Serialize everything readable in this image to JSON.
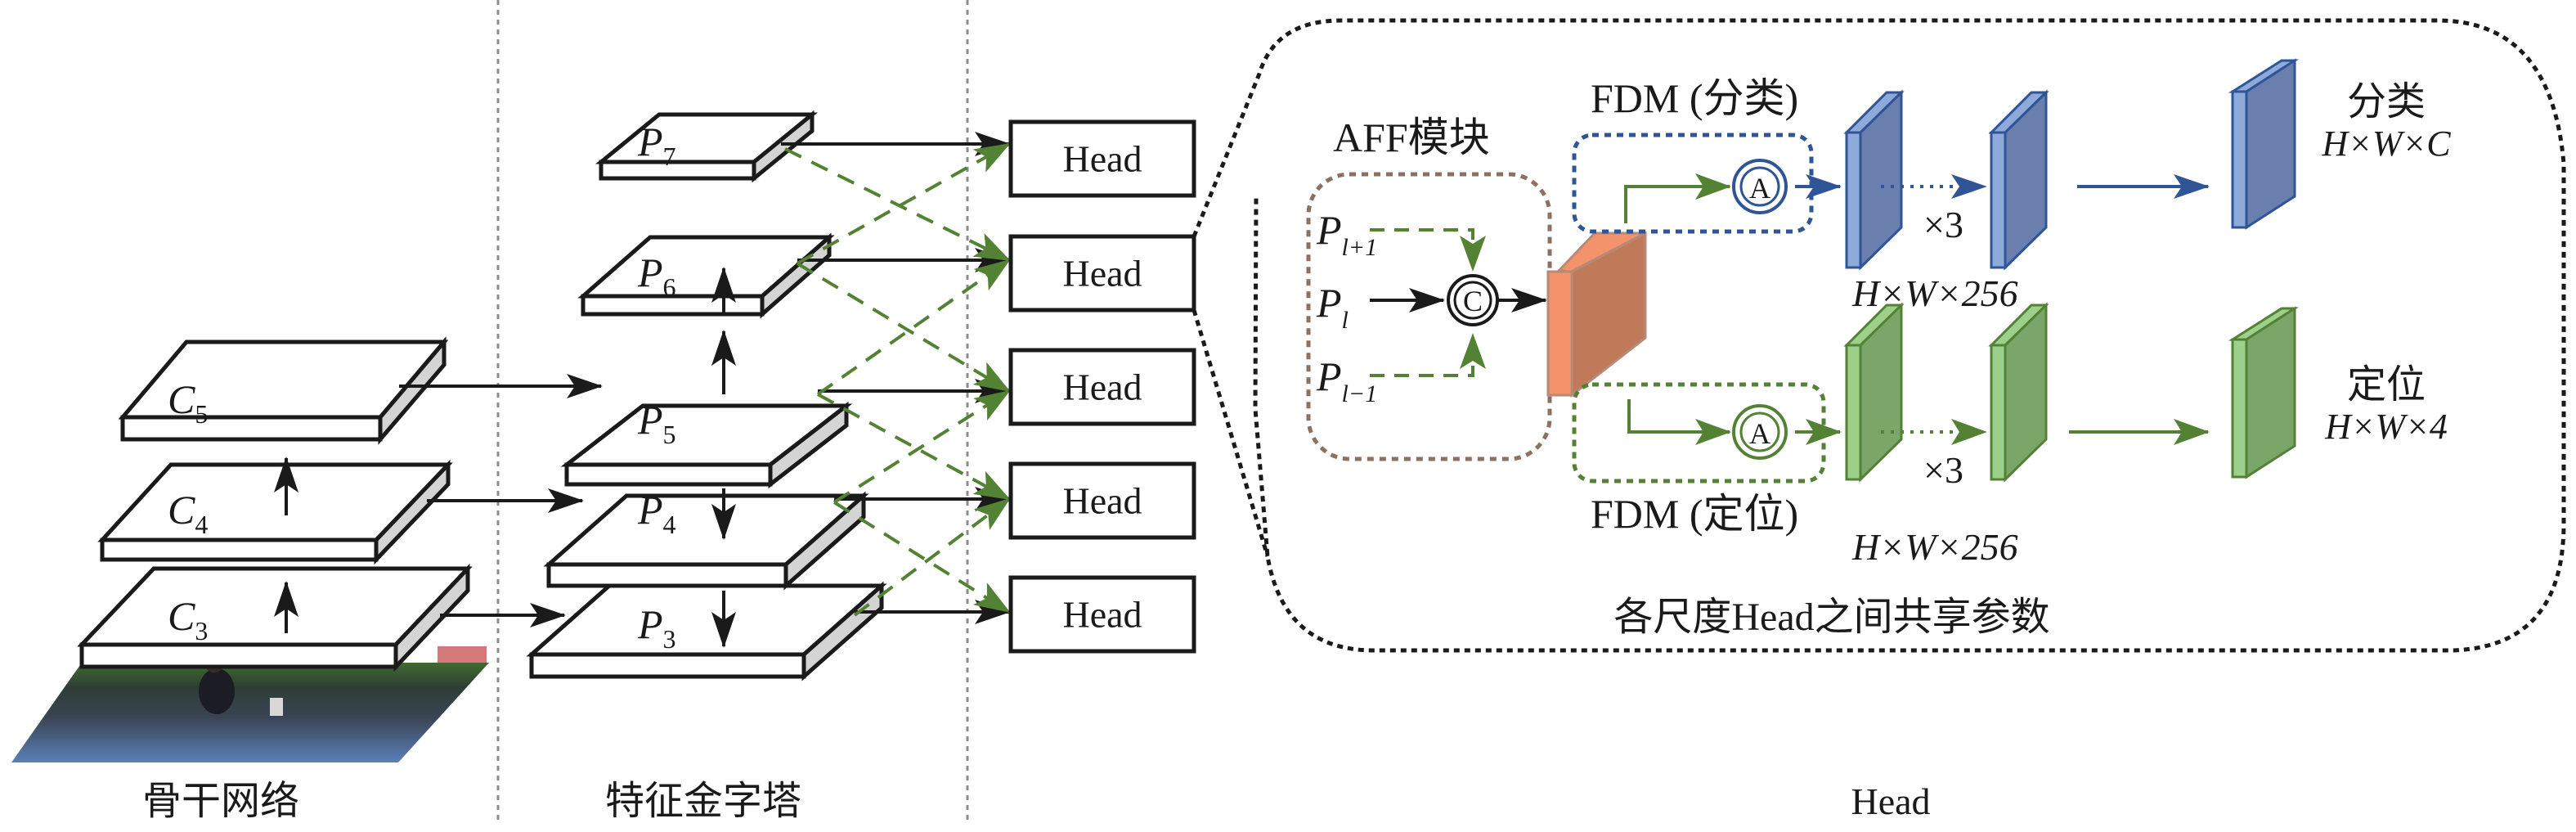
{
  "sections": {
    "backbone": "骨干网络",
    "fpn": "特征金字塔",
    "head": "Head"
  },
  "backbone_layers": [
    {
      "base": "C",
      "sub": "5"
    },
    {
      "base": "C",
      "sub": "4"
    },
    {
      "base": "C",
      "sub": "3"
    }
  ],
  "fpn_layers": [
    {
      "base": "P",
      "sub": "7"
    },
    {
      "base": "P",
      "sub": "6"
    },
    {
      "base": "P",
      "sub": "5"
    },
    {
      "base": "P",
      "sub": "4"
    },
    {
      "base": "P",
      "sub": "3"
    }
  ],
  "head_boxes": [
    "Head",
    "Head",
    "Head",
    "Head",
    "Head"
  ],
  "detail": {
    "aff_title": "AFF模块",
    "aff_inputs": [
      {
        "base": "P",
        "sub": "l+1"
      },
      {
        "base": "P",
        "sub": "l"
      },
      {
        "base": "P",
        "sub": "l−1"
      }
    ],
    "concat_symbol": "C",
    "fdm_cls_label": "FDM (分类)",
    "fdm_reg_label": "FDM (定位)",
    "attention_symbol": "A",
    "repeat_label": "×3",
    "feature_dim": "H×W×256",
    "cls_out_title": "分类",
    "cls_out_dim": "H×W×C",
    "reg_out_title": "定位",
    "reg_out_dim": "H×W×4",
    "shared_note": "各尺度Head之间共享参数"
  },
  "colors": {
    "green": "#548235",
    "blue": "#2f5597",
    "blue_fill": "#6a7fad",
    "blue_light": "#8eaadb",
    "green_fill": "#7aa66a",
    "green_light": "#9dd08a",
    "orange_front": "#f4936b",
    "orange_side": "#c07a5a",
    "aff_border": "#8c7060"
  }
}
